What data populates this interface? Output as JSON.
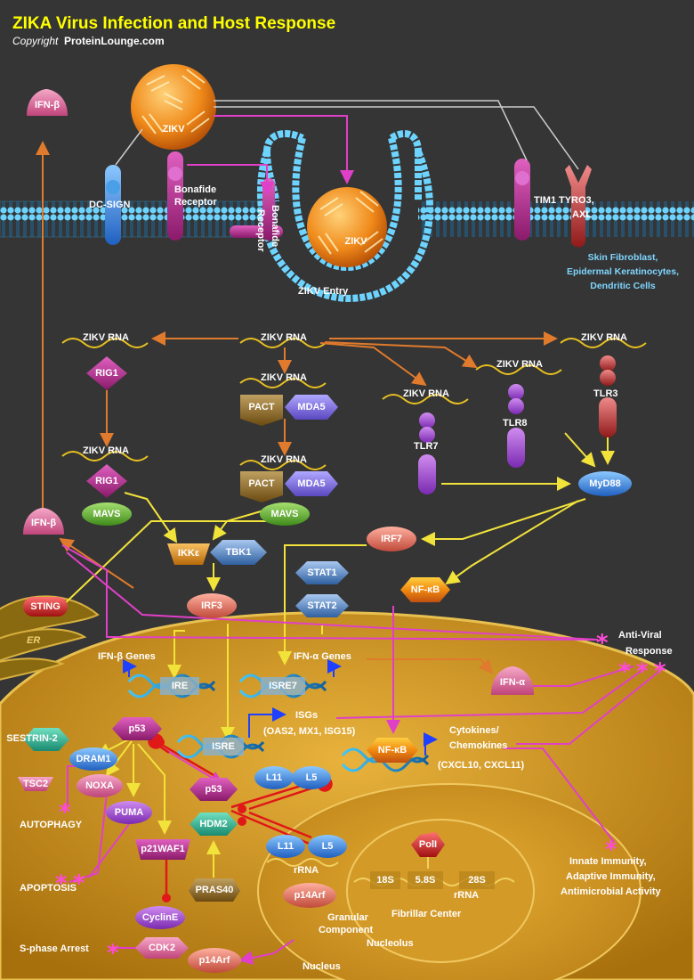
{
  "header": {
    "title": "ZIKA Virus Infection and Host Response",
    "copyright_prefix": "Copyright ",
    "copyright_brand": "ProteinLounge.com"
  },
  "membrane": {
    "zikv_outer": "ZIKV",
    "zikv_inner": "ZIKV",
    "dc_sign": "DC-SIGN",
    "bonafide_1": "Bonafide",
    "bonafide_2": "Receptor",
    "bonafide_v1": "Bonafide",
    "bonafide_v2": "Receptor",
    "tim1": "TIM1",
    "tyro3": "TYRO3,",
    "axl": "AXL",
    "cells_1": "Skin Fibroblast,",
    "cells_2": "Epidermal Keratinocytes,",
    "cells_3": "Dendritic Cells",
    "entry": "ZIKV Entry"
  },
  "rna": {
    "center": "ZIKV RNA",
    "left": "ZIKV RNA",
    "rig1b": "ZIKV RNA",
    "pact1": "ZIKV RNA",
    "pact2": "ZIKV RNA",
    "tlr7": "ZIKV RNA",
    "tlr8": "ZIKV RNA",
    "tlr3": "ZIKV RNA"
  },
  "nodes": {
    "ifnb_top": "IFN-β",
    "ifnb_mid": "IFN-β",
    "rig1_a": "RIG1",
    "rig1_b": "RIG1",
    "mavs_a": "MAVS",
    "mavs_b": "MAVS",
    "pact_a": "PACT",
    "mda5_a": "MDA5",
    "pact_b": "PACT",
    "mda5_b": "MDA5",
    "tlr7": "TLR7",
    "tlr8": "TLR8",
    "tlr3": "TLR3",
    "myd88": "MyD88",
    "ikke": "IKKε",
    "tbk1": "TBK1",
    "irf3": "IRF3",
    "irf7": "IRF7",
    "stat1": "STAT1",
    "stat2": "STAT2",
    "nfkb_a": "NF-κB",
    "nfkb_b": "NF-κB",
    "sting": "STING",
    "er": "ER",
    "ifna": "IFN-α",
    "p53_a": "p53",
    "p53_b": "p53",
    "sestrin": "SESTRIN-2",
    "dram1": "DRAM1",
    "tsc2": "TSC2",
    "noxa": "NOXA",
    "puma": "PUMA",
    "p21": "p21WAF1",
    "cycline": "CyclinE",
    "cdk2": "CDK2",
    "hdm2": "HDM2",
    "pras40": "PRAS40",
    "l11_a": "L11",
    "l5_a": "L5",
    "l11_b": "L11",
    "l5_b": "L5",
    "p14arf_a": "p14Arf",
    "p14arf_b": "p14Arf",
    "pol1": "PolI"
  },
  "labels": {
    "ifnb_genes": "IFN-β Genes",
    "ifna_genes": "IFN-α Genes",
    "ire": "IRE",
    "isre7": "ISRE7",
    "isre": "ISRE",
    "isgs": "ISGs",
    "isgs_list": "(OAS2, MX1, ISG15)",
    "cyto_1": "Cytokines/",
    "cyto_2": "Chemokines",
    "cyto_3": "(CXCL10, CXCL11)",
    "antiviral_1": "Anti-Viral",
    "antiviral_2": "Response",
    "innate_1": "Innate Immunity,",
    "innate_2": "Adaptive Immunity,",
    "innate_3": "Antimicrobial Activity",
    "autophagy": "AUTOPHAGY",
    "apoptosis": "APOPTOSIS",
    "sphase": "S-phase Arrest",
    "rrna_1": "rRNA",
    "rrna_2": "rRNA",
    "r18": "18S",
    "r58": "5.8S",
    "r28": "28S",
    "fibrillar": "Fibrillar Center",
    "granular_1": "Granular",
    "granular_2": "Component",
    "nucleolus": "Nucleolus",
    "nucleus": "Nucleus"
  },
  "colors": {
    "background": "#353535",
    "title": "#ffff00",
    "membrane": "#2aa8e0",
    "nucleus": "#c8901a",
    "orange_arrow": "#e07a2c",
    "yellow_arrow": "#f2e33b",
    "magenta_arrow": "#e040c8",
    "red_inhibit": "#e01818",
    "cells_text": "#7fd6ff"
  },
  "icons": {
    "virus": "virus-particle-icon",
    "dna": "dna-helix-icon",
    "star": "asterisk-icon"
  }
}
